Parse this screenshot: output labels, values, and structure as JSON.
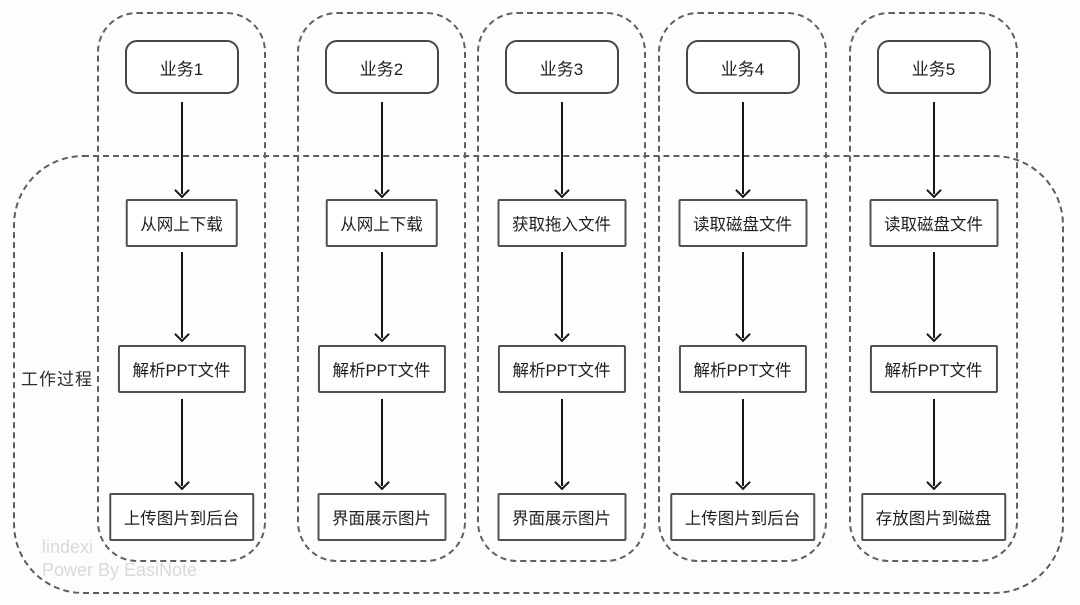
{
  "diagram": {
    "process_label": "工作过程",
    "watermark": {
      "line1": "lindexi",
      "line2": "Power By EasiNote"
    },
    "columns": [
      {
        "title": "业务1",
        "steps": [
          "从网上下载",
          "解析PPT文件",
          "上传图片到后台"
        ]
      },
      {
        "title": "业务2",
        "steps": [
          "从网上下载",
          "解析PPT文件",
          "界面展示图片"
        ]
      },
      {
        "title": "业务3",
        "steps": [
          "获取拖入文件",
          "解析PPT文件",
          "界面展示图片"
        ]
      },
      {
        "title": "业务4",
        "steps": [
          "读取磁盘文件",
          "解析PPT文件",
          "上传图片到后台"
        ]
      },
      {
        "title": "业务5",
        "steps": [
          "读取磁盘文件",
          "解析PPT文件",
          "存放图片到磁盘"
        ]
      }
    ],
    "colors": {
      "solid_border": "#4f4f4f",
      "dashed_border": "#5d5d5d",
      "arrow": "#161616",
      "text": "#1f1f1f",
      "watermark": "#d9d9d9",
      "background": "#fdfdfd"
    }
  }
}
